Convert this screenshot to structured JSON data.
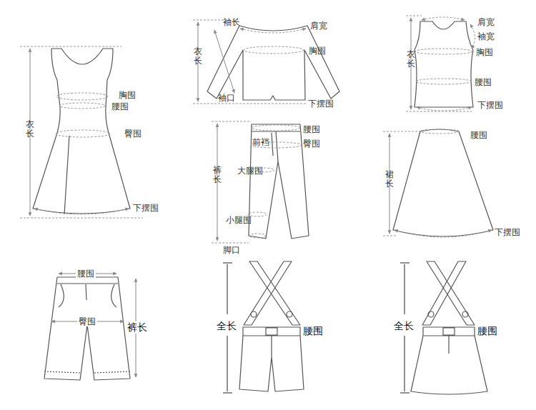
{
  "diagram": {
    "labels": [
      "胸围",
      "腰围",
      "臀围",
      "衣长",
      "下摆围",
      "袖长",
      "肩宽",
      "衣长",
      "胸围",
      "袖口",
      "下摆围",
      "肩宽",
      "袖宽",
      "衣长",
      "胸围",
      "腰围",
      "下摆围",
      "腰围",
      "前裆",
      "臀围",
      "裤长",
      "大腿围",
      "小腿围",
      "脚口",
      "腰围",
      "裙长",
      "下摆围",
      "腰围",
      "臀围",
      "裤长",
      "全长",
      "腰围",
      "全长",
      "腰围"
    ]
  }
}
